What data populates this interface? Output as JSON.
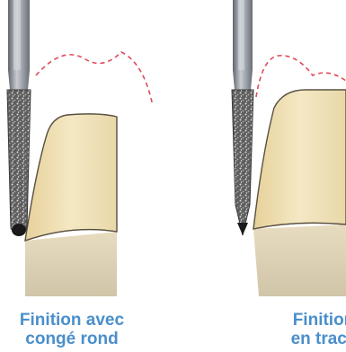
{
  "captions": {
    "left": {
      "line1": "Finition avec",
      "line2": "congé rond"
    },
    "right": {
      "line1": "Finition",
      "line2": "en trace"
    }
  },
  "colors": {
    "caption_text": "#4a8fcb",
    "tooth_fill": "#eee0b0",
    "tooth_stroke": "#5a5040",
    "root_fill": "#ddd5c0",
    "diamond_bur": "#6a6a6a",
    "gingiva_line": "#e04a5a",
    "shank": "#8a8f96"
  },
  "icons": {
    "left_instrument": "round-end-diamond-bur-icon",
    "right_instrument": "pointed-diamond-bur-icon"
  }
}
